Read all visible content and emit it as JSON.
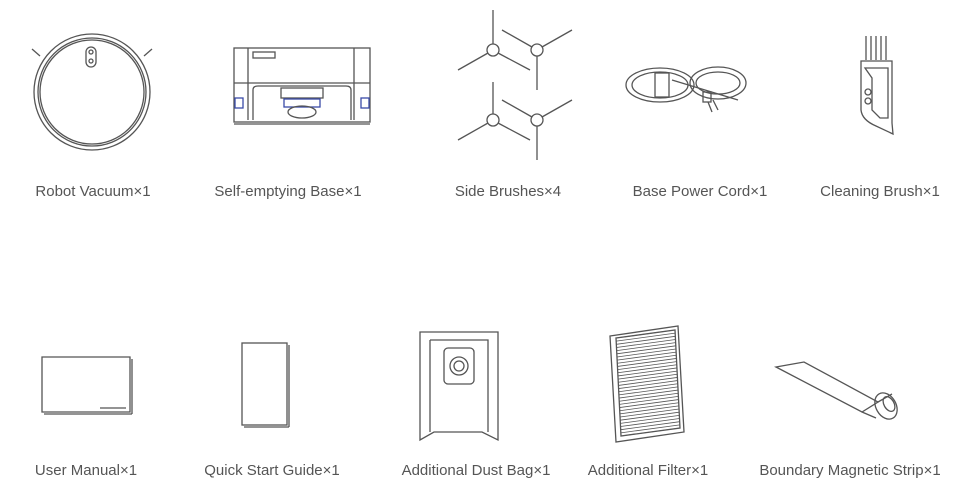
{
  "title": "Package Contents",
  "items": [
    {
      "label": "Robot Vacuum×1",
      "icon": "robot-vacuum"
    },
    {
      "label": "Self-emptying Base×1",
      "icon": "self-emptying-base"
    },
    {
      "label": "Side Brushes×4",
      "icon": "side-brushes"
    },
    {
      "label": "Base Power Cord×1",
      "icon": "power-cord"
    },
    {
      "label": "Cleaning Brush×1",
      "icon": "cleaning-brush"
    },
    {
      "label": "User Manual×1",
      "icon": "user-manual"
    },
    {
      "label": "Quick Start Guide×1",
      "icon": "quick-start-guide"
    },
    {
      "label": "Additional Dust Bag×1",
      "icon": "dust-bag"
    },
    {
      "label": "Additional Filter×1",
      "icon": "filter"
    },
    {
      "label": "Boundary Magnetic Strip×1",
      "icon": "magnetic-strip"
    }
  ],
  "colors": {
    "line": "#555555",
    "accent": "#3a4aa8",
    "text": "#555555"
  }
}
